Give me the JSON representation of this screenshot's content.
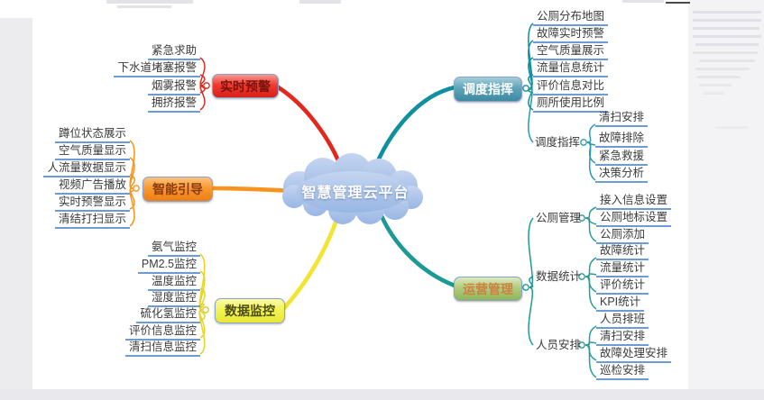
{
  "central": {
    "label": "智慧管理云平台",
    "fill": "#a9c2e9"
  },
  "style": {
    "underline_color": "#6b9cd6"
  },
  "branches": [
    {
      "label": "实时预警",
      "color": "#e02a1f",
      "side": "left",
      "children": [
        {
          "label": "紧急求助"
        },
        {
          "label": "下水道堵塞报警"
        },
        {
          "label": "烟雾报警"
        },
        {
          "label": "拥挤报警"
        }
      ]
    },
    {
      "label": "智能引导",
      "color": "#f6941d",
      "side": "left",
      "children": [
        {
          "label": "蹲位状态展示"
        },
        {
          "label": "空气质量显示"
        },
        {
          "label": "人流量数据显示"
        },
        {
          "label": "视频广告播放"
        },
        {
          "label": "实时预警显示"
        },
        {
          "label": "清结打扫显示"
        }
      ]
    },
    {
      "label": "数据监控",
      "color": "#e8d71f",
      "side": "left",
      "children": [
        {
          "label": "氨气监控"
        },
        {
          "label": "PM2.5监控"
        },
        {
          "label": "温度监控"
        },
        {
          "label": "湿度监控"
        },
        {
          "label": "硫化氢监控"
        },
        {
          "label": "评价信息监控"
        },
        {
          "label": "清扫信息监控"
        }
      ]
    },
    {
      "label": "调度指挥",
      "color": "#0f8fa0",
      "side": "right",
      "children": [
        {
          "label": "公厕分布地图"
        },
        {
          "label": "故障实时预警"
        },
        {
          "label": "空气质量展示"
        },
        {
          "label": "流量信息统计"
        },
        {
          "label": "评价信息对比"
        },
        {
          "label": "厕所使用比例"
        },
        {
          "label": "调度指挥",
          "children": [
            {
              "label": "清扫安排"
            },
            {
              "label": "故障排除"
            },
            {
              "label": "紧急救援"
            },
            {
              "label": "决策分析"
            }
          ]
        }
      ]
    },
    {
      "label": "运营管理",
      "color": "#1b9a94",
      "side": "right",
      "children": [
        {
          "label": "公厕管理",
          "children": [
            {
              "label": "接入信息设置"
            },
            {
              "label": "公厕地标设置"
            },
            {
              "label": "公厕添加"
            }
          ]
        },
        {
          "label": "数据统计",
          "children": [
            {
              "label": "故障统计"
            },
            {
              "label": "流量统计"
            },
            {
              "label": "评价统计"
            },
            {
              "label": "KPI统计"
            }
          ]
        },
        {
          "label": "人员安排",
          "children": [
            {
              "label": "人员排班"
            },
            {
              "label": "清扫安排"
            },
            {
              "label": "故障处理安排"
            },
            {
              "label": "巡检安排"
            }
          ]
        }
      ]
    }
  ]
}
